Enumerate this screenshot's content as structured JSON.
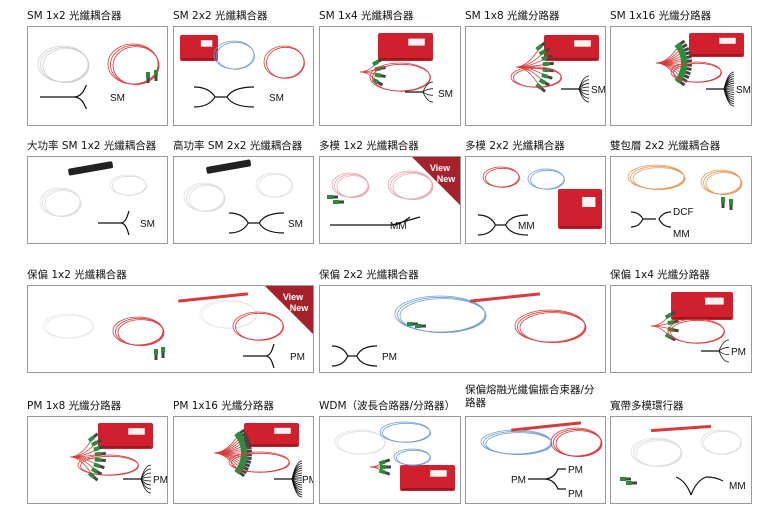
{
  "products": [
    {
      "title": "SM 1x2 光纖耦合器",
      "diagram_labels": [
        "SM"
      ]
    },
    {
      "title": "SM 2x2 光纖耦合器",
      "diagram_labels": [
        "SM"
      ]
    },
    {
      "title": "SM 1x4 光纖耦合器",
      "diagram_labels": [
        "SM"
      ]
    },
    {
      "title": "SM 1x8 光纖分路器",
      "diagram_labels": [
        "SM"
      ]
    },
    {
      "title": "SM 1x16 光纖分路器",
      "diagram_labels": [
        "SM"
      ]
    },
    {
      "title": "大功率 SM 1x2 光纖耦合器",
      "diagram_labels": [
        "SM"
      ]
    },
    {
      "title": "高功率 SM 2x2 光纖耦合器",
      "diagram_labels": [
        "SM"
      ]
    },
    {
      "title": "多模 1x2 光纖耦合器",
      "diagram_labels": [
        "MM"
      ],
      "badge": [
        "View",
        "New"
      ]
    },
    {
      "title": "多模 2x2 光纖耦合器",
      "diagram_labels": [
        "MM"
      ]
    },
    {
      "title": "雙包層 2x2 光纖耦合器",
      "diagram_labels": [
        "DCF",
        "MM"
      ]
    },
    {
      "title": "保偏 1x2 光纖耦合器",
      "diagram_labels": [
        "PM"
      ],
      "badge": [
        "View",
        "New"
      ]
    },
    {
      "title": "保偏 2x2 光纖耦合器",
      "diagram_labels": [
        "PM"
      ]
    },
    {
      "title": "保偏 1x4 光纖分路器",
      "diagram_labels": [
        "PM"
      ]
    },
    {
      "title": "PM 1x8 光纖分路器",
      "diagram_labels": [
        "PM"
      ]
    },
    {
      "title": "PM 1x16 光纖分路器",
      "diagram_labels": [
        "PM"
      ]
    },
    {
      "title": "WDM（波長合路器/分路器）",
      "diagram_labels": []
    },
    {
      "title": "保偏熔融光纖偏振合束器/分路器",
      "diagram_labels": [
        "PM",
        "PM",
        "PM"
      ]
    },
    {
      "title": "寬帶多模環行器",
      "diagram_labels": [
        "MM"
      ]
    }
  ],
  "colors": {
    "device_red": "#d0202e",
    "fiber_red": "#d93a3a",
    "fiber_blue": "#6f9fd2",
    "fiber_orange": "#e39a5d",
    "connector_green": "#2e8b3c",
    "border": "#9a9a9a"
  }
}
